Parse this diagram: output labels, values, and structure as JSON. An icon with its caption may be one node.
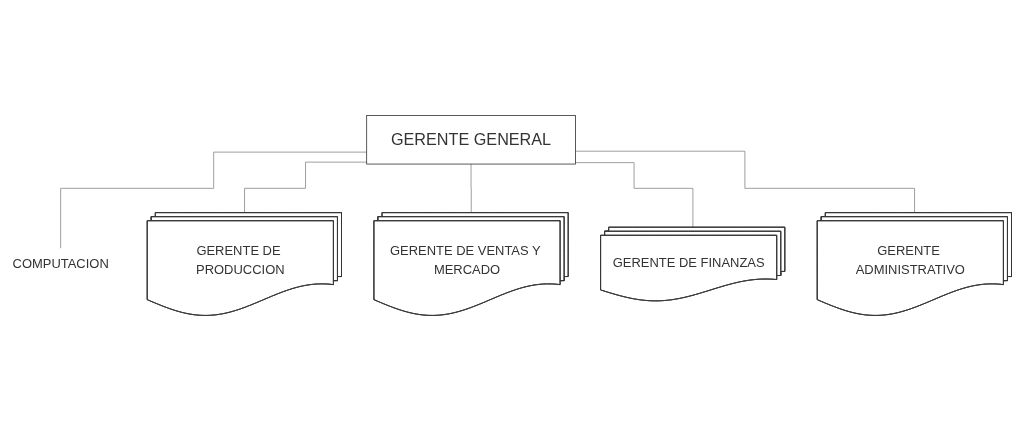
{
  "diagram": {
    "nodes": [
      {
        "text": [
          "GERENTE GENERAL"
        ]
      },
      {
        "text": [
          "COMPUTACION"
        ]
      },
      {
        "text": [
          "GERENTE DE PRODUCCION"
        ]
      },
      {
        "text": [
          "GERENTE DE VENTAS Y MERCADO"
        ]
      },
      {
        "text": [
          "GERENTE DE FINANZAS"
        ]
      },
      {
        "text": [
          "GERENTE ADMINISTRATIVO"
        ]
      }
    ],
    "edges": [
      {
        "from": 0,
        "to": 1,
        "arrow": "none"
      },
      {
        "from": 0,
        "to": 2,
        "arrow": "none"
      },
      {
        "from": 0,
        "to": 3,
        "arrow": "none"
      },
      {
        "from": 0,
        "to": 4,
        "arrow": "none"
      },
      {
        "from": 0,
        "to": 5,
        "arrow": "none"
      }
    ]
  }
}
